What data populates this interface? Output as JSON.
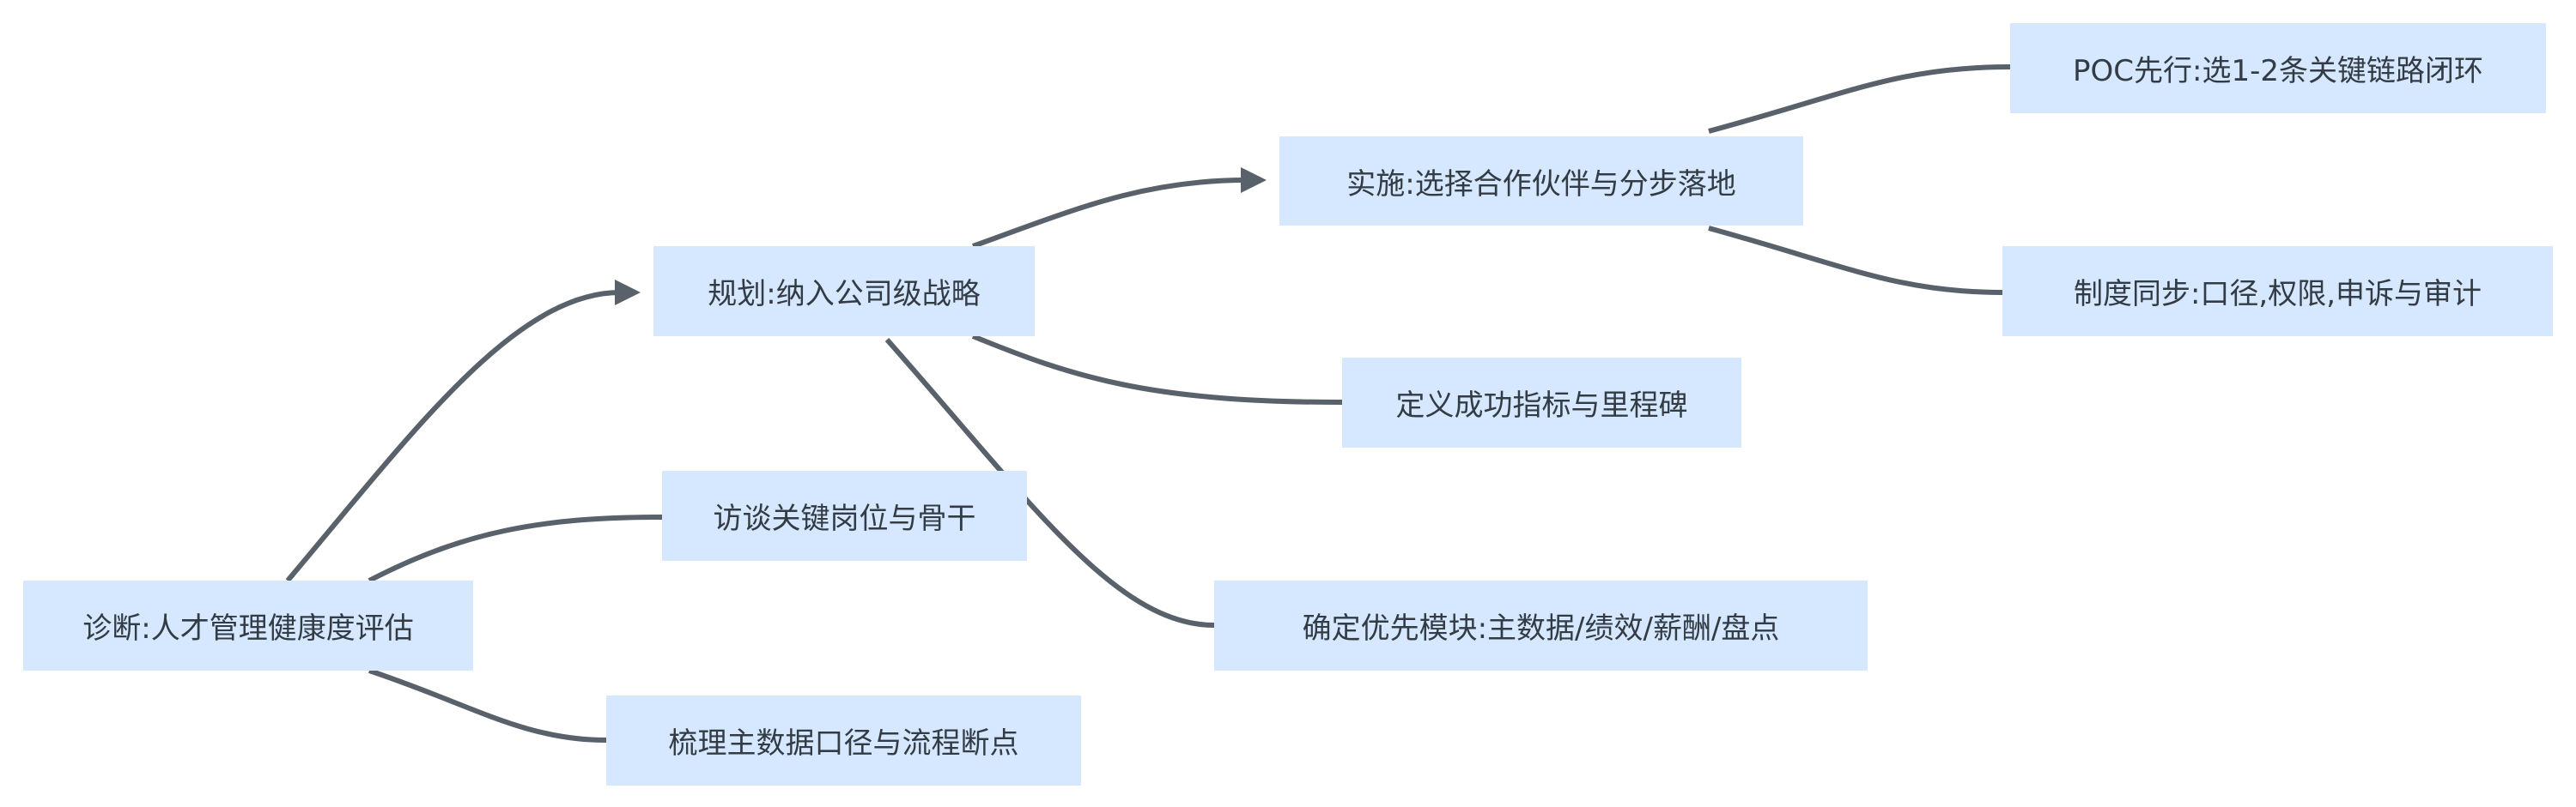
{
  "nodes": {
    "diagnose": "诊断:人才管理健康度评估",
    "plan": "规划:纳入公司级战略",
    "interview": "访谈关键岗位与骨干",
    "sort_data": "梳理主数据口径与流程断点",
    "implement": "实施:选择合作伙伴与分步落地",
    "define_metrics": "定义成功指标与里程碑",
    "priority_modules": "确定优先模块:主数据/绩效/薪酬/盘点",
    "poc": "POC先行:选1-2条关键链路闭环",
    "policy_sync": "制度同步:口径,权限,申诉与审计"
  },
  "colors": {
    "node_fill": "#d6e8ff",
    "edge": "#59616b",
    "text": "#333b44"
  }
}
